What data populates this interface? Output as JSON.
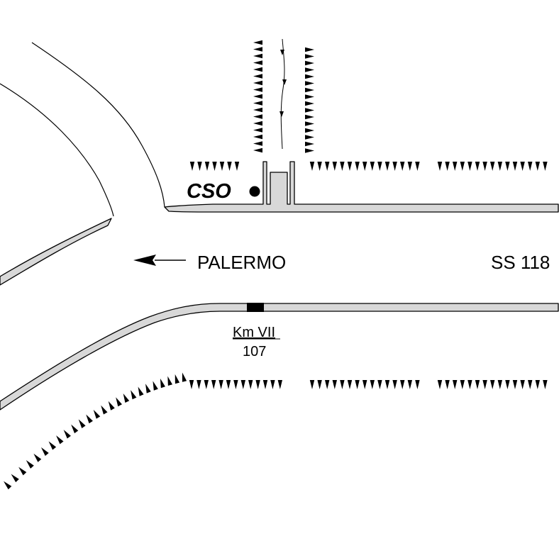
{
  "map": {
    "location_label": "CSO",
    "direction_label": "PALERMO",
    "road_label": "SS 118",
    "km_marker": {
      "label": "Km VII",
      "value": "107"
    },
    "colors": {
      "road": "#d8d8d8",
      "outline": "#000000",
      "marker": "#000000",
      "background": "#ffffff"
    },
    "icons": [
      "location-dot-icon",
      "arrow-left-icon",
      "embankment-tick-icon",
      "km-marker-icon",
      "stream-flow-icon"
    ]
  }
}
